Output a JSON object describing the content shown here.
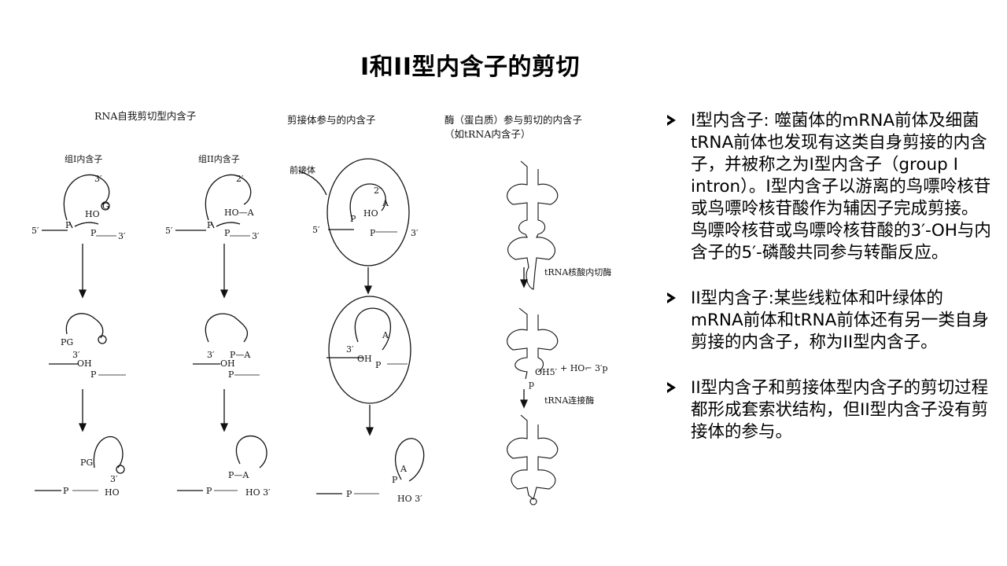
{
  "title": "I和II型内含子的剪切",
  "figure": {
    "col1_title": "RNA自我剪切型内含子",
    "col2_title": "剪接体参与的内含子",
    "col3_title_line1": "酶（蛋白质）参与剪切的内含子",
    "col3_title_line2": "（如tRNA内含子）",
    "group1_label": "组I内含子",
    "group2_label": "组II内含子",
    "spliceosome_label": "前接体",
    "trna_endonuclease_label": "tRNA核酸内切酶",
    "trna_ligase_label": "tRNA连接酶",
    "labels": {
      "five_prime": "5′",
      "three_prime": "3′",
      "two_prime": "2′",
      "P": "P",
      "G": "G",
      "A": "A",
      "HO": "HO",
      "OH": "OH",
      "PG": "PG",
      "HO_A": "HO—A",
      "P_A": "P—A",
      "HO_3prime": "HO 3′",
      "oh_5prime": "OH5′",
      "ho_3p": "+ HO⌐ 3′p",
      "p": "p"
    }
  },
  "bullets": [
    "I型内含子: 噬菌体的mRNA前体及细菌tRNA前体也发现有这类自身剪接的内含子，并被称之为I型内含子（group I intron）。I型内含子以游离的鸟嘌呤核苷或鸟嘌呤核苷酸作为辅因子完成剪接。鸟嘌呤核苷或鸟嘌呤核苷酸的3′-OH与内含子的5′-磷酸共同参与转酯反应。",
    "II型内含子:某些线粒体和叶绿体的mRNA前体和tRNA前体还有另一类自身剪接的内含子，称为II型内含子。",
    "II型内含子和剪接体型内含子的剪切过程都形成套索状结构，但II型内含子没有剪接体的参与。"
  ]
}
